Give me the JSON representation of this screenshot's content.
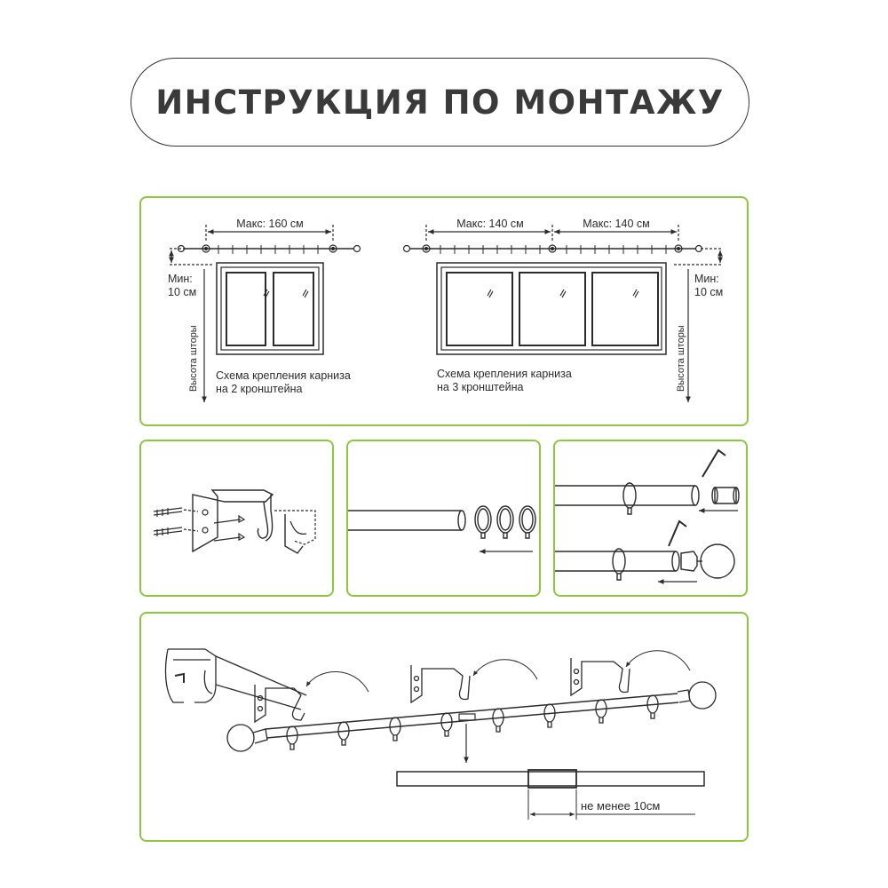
{
  "header": {
    "title": "ИНСТРУКЦИЯ ПО МОНТАЖУ"
  },
  "scheme2": {
    "max_label": "Макс: 160 см",
    "min_label_line1": "Мин:",
    "min_label_line2": "10 см",
    "height_label": "Высота шторы",
    "caption_line1": "Схема крепления карниза",
    "caption_line2": "на 2 кронштейна"
  },
  "scheme3": {
    "max_label_left": "Макс: 140 см",
    "max_label_right": "Макс: 140 см",
    "min_label_line1": "Мин:",
    "min_label_line2": "10 см",
    "height_label": "Высота шторы",
    "caption_line1": "Схема крепления карниза",
    "caption_line2": "на 3 кронштейна"
  },
  "assembly": {
    "overlap_label": "не менее 10см"
  },
  "colors": {
    "accent": "#8dc63f",
    "line": "#2b2b2b"
  }
}
